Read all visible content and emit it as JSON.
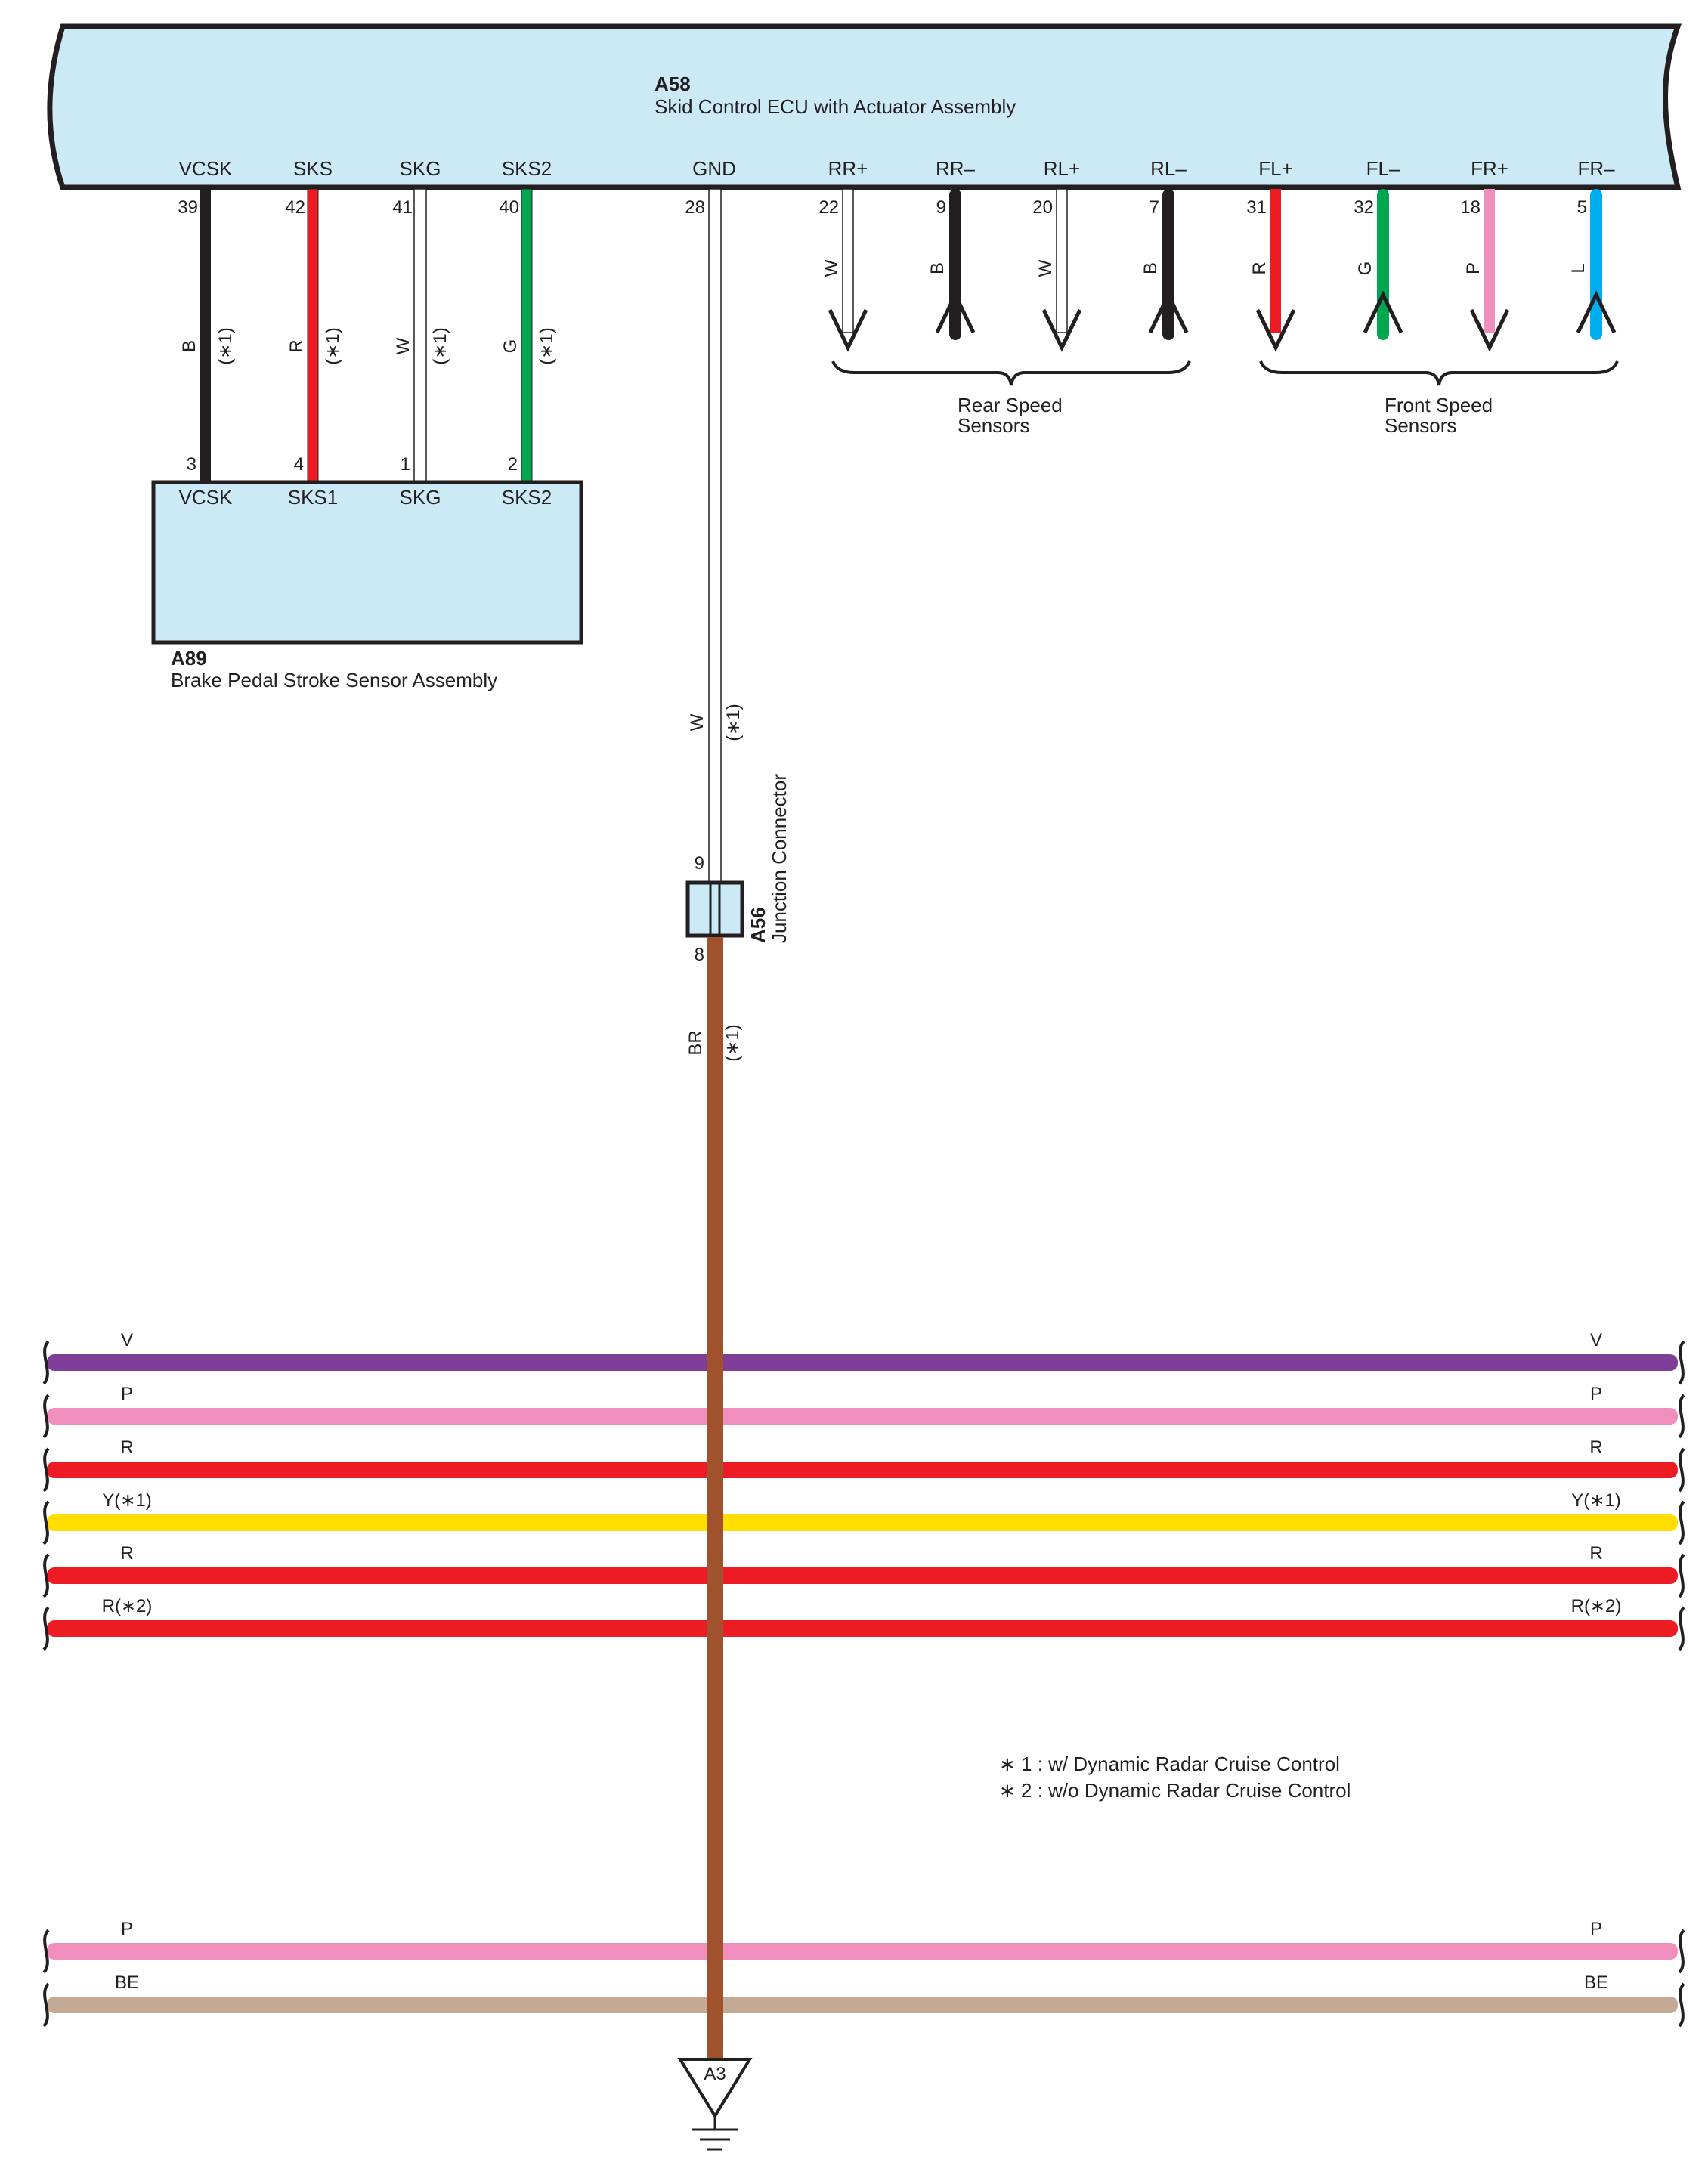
{
  "ecu": {
    "code": "A58",
    "name": "Skid Control ECU with Actuator Assembly",
    "fill": "#cce9f6",
    "terminals": [
      {
        "name": "VCSK",
        "pin": "39"
      },
      {
        "name": "SKS",
        "pin": "42"
      },
      {
        "name": "SKG",
        "pin": "41"
      },
      {
        "name": "SKS2",
        "pin": "40"
      },
      {
        "name": "GND",
        "pin": "28"
      },
      {
        "name": "RR+",
        "pin": "22"
      },
      {
        "name": "RR–",
        "pin": "9"
      },
      {
        "name": "RL+",
        "pin": "20"
      },
      {
        "name": "RL–",
        "pin": "7"
      },
      {
        "name": "FL+",
        "pin": "31"
      },
      {
        "name": "FL–",
        "pin": "32"
      },
      {
        "name": "FR+",
        "pin": "18"
      },
      {
        "name": "FR–",
        "pin": "5"
      }
    ]
  },
  "pedal_sensor": {
    "code": "A89",
    "name": "Brake Pedal Stroke Sensor Assembly",
    "terminals": [
      {
        "name": "VCSK",
        "pin": "3"
      },
      {
        "name": "SKS1",
        "pin": "4"
      },
      {
        "name": "SKG",
        "pin": "1"
      },
      {
        "name": "SKS2",
        "pin": "2"
      }
    ]
  },
  "sensor_wires": [
    {
      "color_code": "B",
      "note": "(∗1)",
      "color": "#231f20"
    },
    {
      "color_code": "R",
      "note": "(∗1)",
      "color": "#ed1c24"
    },
    {
      "color_code": "W",
      "note": "(∗1)",
      "color": "#ffffff"
    },
    {
      "color_code": "G",
      "note": "(∗1)",
      "color": "#00a650"
    }
  ],
  "speed_wires": [
    {
      "color_code": "W",
      "color": "#ffffff",
      "direction": "down"
    },
    {
      "color_code": "B",
      "color": "#231f20",
      "direction": "up"
    },
    {
      "color_code": "W",
      "color": "#ffffff",
      "direction": "down"
    },
    {
      "color_code": "B",
      "color": "#231f20",
      "direction": "up"
    },
    {
      "color_code": "R",
      "color": "#ed1c24",
      "direction": "down"
    },
    {
      "color_code": "G",
      "color": "#00a650",
      "direction": "up"
    },
    {
      "color_code": "P",
      "color": "#f08ebd",
      "direction": "down"
    },
    {
      "color_code": "L",
      "color": "#00aeef",
      "direction": "up"
    }
  ],
  "speed_groups": [
    {
      "line1": "Rear Speed",
      "line2": "Sensors"
    },
    {
      "line1": "Front Speed",
      "line2": "Sensors"
    }
  ],
  "ground_wire": {
    "upper_code": "W",
    "upper_note": "(∗1)",
    "lower_code": "BR",
    "lower_note": "(∗1)",
    "lower_color": "#a0522d"
  },
  "junction": {
    "code": "A56",
    "name": "Junction Connector",
    "pin_top": "9",
    "pin_bottom": "8"
  },
  "ground_point": {
    "code": "A3"
  },
  "bus_lines": [
    {
      "label": "V",
      "color": "#7f3f98"
    },
    {
      "label": "P",
      "color": "#f08ebd"
    },
    {
      "label": "R",
      "color": "#ed1c24"
    },
    {
      "label": "Y(∗1)",
      "color": "#ffde00"
    },
    {
      "label": "R",
      "color": "#ed1c24"
    },
    {
      "label": "R(∗2)",
      "color": "#ed1c24"
    },
    {
      "label": "P",
      "color": "#f08ebd"
    },
    {
      "label": "BE",
      "color": "#c4a995"
    }
  ],
  "notes": [
    "∗ 1 : w/ Dynamic Radar Cruise Control",
    "∗ 2 : w/o Dynamic Radar Cruise Control"
  ]
}
